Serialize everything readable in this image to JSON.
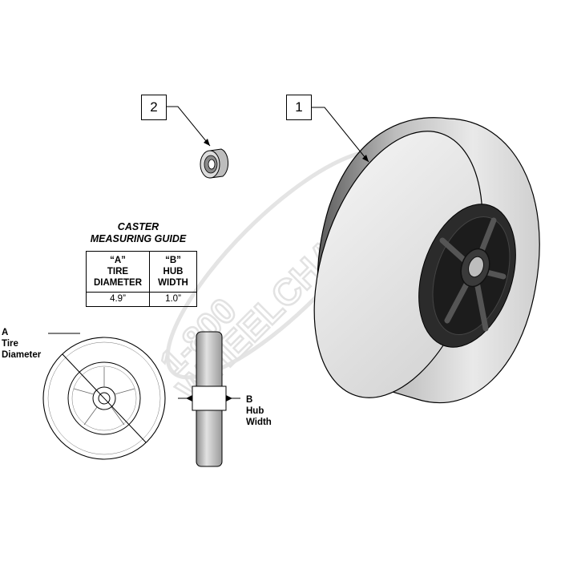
{
  "callouts": [
    {
      "number": "1"
    },
    {
      "number": "2"
    }
  ],
  "guide": {
    "title_line1": "CASTER",
    "title_line2": "MEASURING GUIDE",
    "col_a": {
      "line1": "“A”",
      "line2": "TIRE",
      "line3": "DIAMETER",
      "value": "4.9”"
    },
    "col_b": {
      "line1": "“B”",
      "line2": "HUB",
      "line3": "WIDTH",
      "value": "1.0”"
    }
  },
  "labels": {
    "a": {
      "line1": "A",
      "line2": "Tire",
      "line3": "Diameter"
    },
    "b": {
      "line1": "B",
      "line2": "Hub",
      "line3": "Width"
    }
  },
  "watermark": {
    "line1": "1-800",
    "line2": "WHEELCHAIR.com"
  },
  "colors": {
    "tire": "#d6d6d6",
    "hub": "#2a2a2a",
    "line": "#000000",
    "watermark": "#e6e6e6"
  }
}
